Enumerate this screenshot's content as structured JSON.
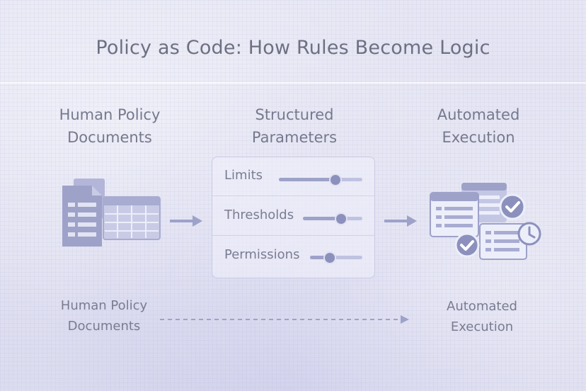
{
  "title": "Policy as Code: How Rules Become Logic",
  "columns": {
    "left": {
      "line1": "Human Policy",
      "line2": "Documents"
    },
    "middle": {
      "line1": "Structured",
      "line2": "Parameters"
    },
    "right": {
      "line1": "Automated",
      "line2": "Execution"
    }
  },
  "parameters": [
    {
      "label": "Limits",
      "level": 0.68
    },
    {
      "label": "Thresholds",
      "level": 0.64
    },
    {
      "label": "Permissions",
      "level": 0.38
    }
  ],
  "footer": {
    "left": {
      "line1": "Human Policy",
      "line2": "Documents"
    },
    "right": {
      "line1": "Automated",
      "line2": "Execution"
    }
  },
  "icons": {
    "documents": "document-stack-icon",
    "spreadsheet": "spreadsheet-icon",
    "arrow": "right-arrow-icon",
    "check": "check-circle-icon",
    "clock": "clock-icon"
  },
  "colors": {
    "icon_fill": "#9ea2c9",
    "icon_dark": "#8c90bc",
    "icon_light": "#d9dbef",
    "text": "#6e7185"
  }
}
